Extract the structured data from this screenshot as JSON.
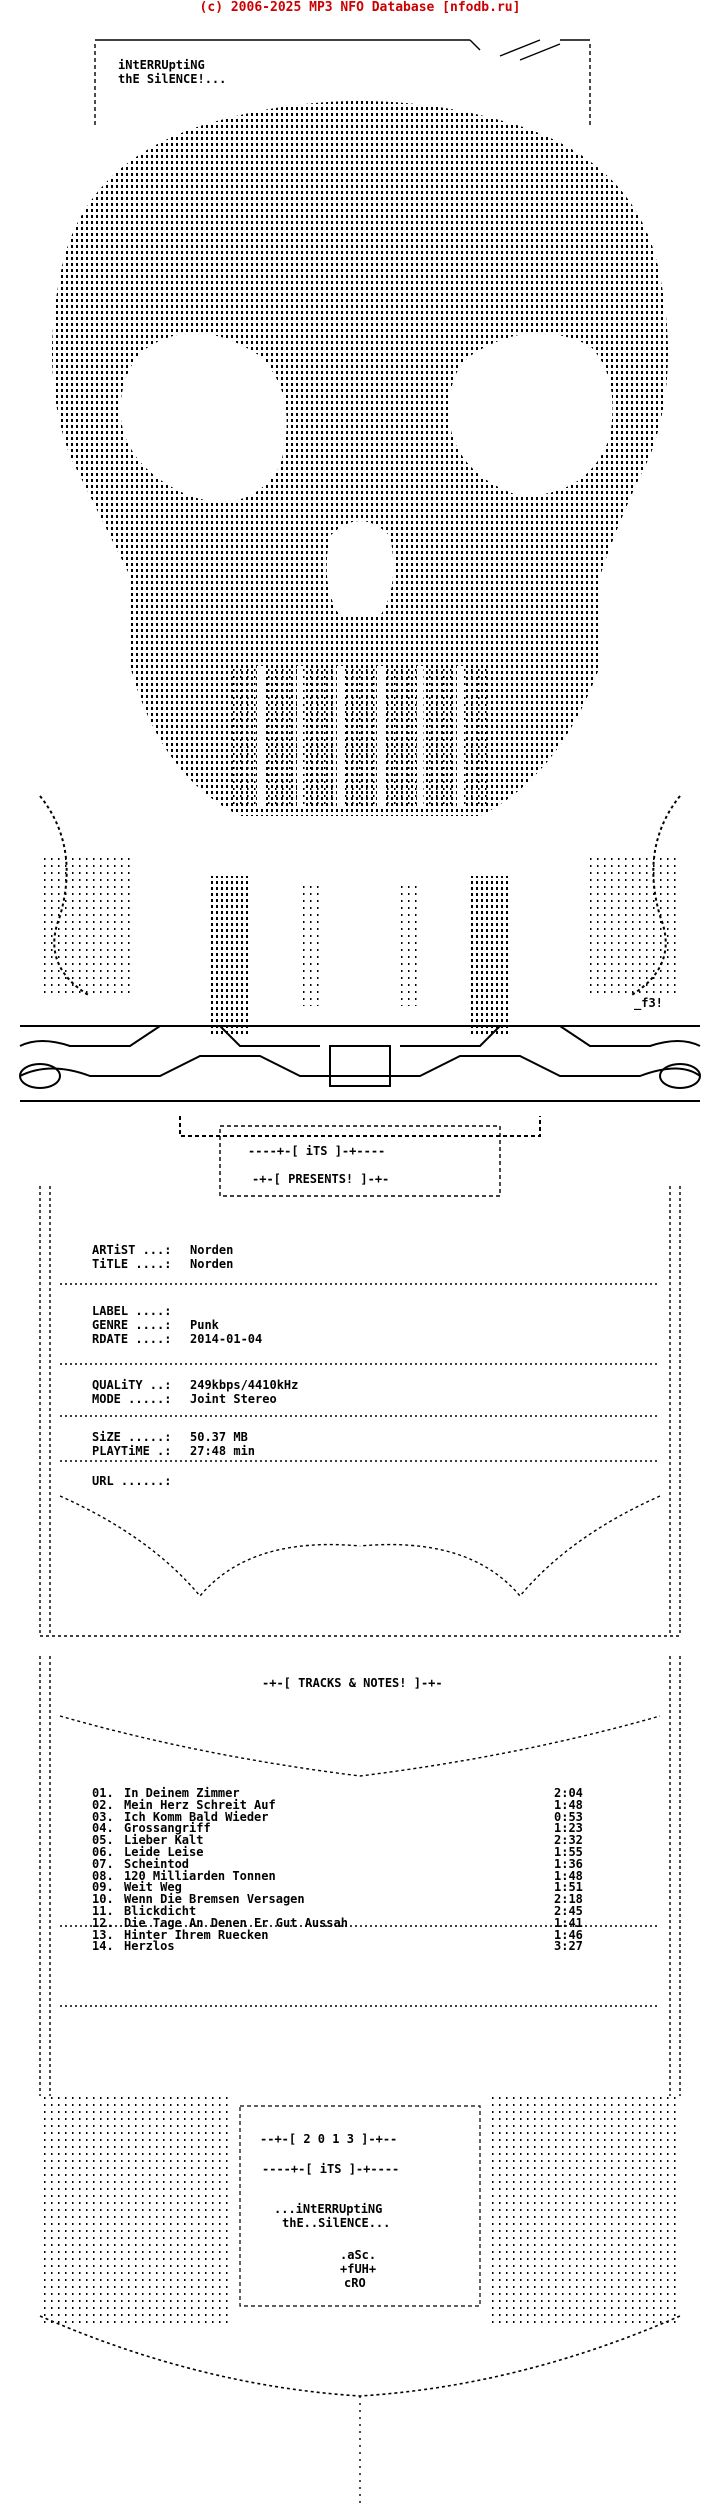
{
  "header": {
    "text": "(c) 2006-2025 MP3 NFO Database [nfodb.ru]",
    "color": "#cc0000"
  },
  "group_name": {
    "line1": "iNtERRUptiNG",
    "line2": "thE SilENCE!..."
  },
  "presents": {
    "its": "----+-[ iTS ]-+----",
    "presents": "-+-[ PRESENTS! ]-+-"
  },
  "release": {
    "artist_label": "ARTiST ...:",
    "artist": "Norden",
    "title_label": "TiTLE ....:",
    "title": "Norden",
    "label_label": "LABEL ....:",
    "label": "",
    "genre_label": "GENRE ....:",
    "genre": "Punk",
    "rdate_label": "RDATE ....:",
    "rdate": "2014-01-04",
    "quality_label": "QUALiTY ..:",
    "quality": "249kbps/4410kHz",
    "mode_label": "MODE .....:",
    "mode": "Joint Stereo",
    "size_label": "SiZE .....:",
    "size": "50.37 MB",
    "playtime_label": "PLAYTiME .:",
    "playtime": "27:48 min",
    "url_label": "URL ......:",
    "url": ""
  },
  "tracks_header": "-+-[ TRACKS & NOTES! ]-+-",
  "tracks": [
    {
      "num": "01.",
      "title": "In Deinem Zimmer",
      "time": "2:04"
    },
    {
      "num": "02.",
      "title": "Mein Herz Schreit Auf",
      "time": "1:48"
    },
    {
      "num": "03.",
      "title": "Ich Komm Bald Wieder",
      "time": "0:53"
    },
    {
      "num": "04.",
      "title": "Grossangriff",
      "time": "1:23"
    },
    {
      "num": "05.",
      "title": "Lieber Kalt",
      "time": "2:32"
    },
    {
      "num": "06.",
      "title": "Leide Leise",
      "time": "1:55"
    },
    {
      "num": "07.",
      "title": "Scheintod",
      "time": "1:36"
    },
    {
      "num": "08.",
      "title": "120 Milliarden Tonnen",
      "time": "1:48"
    },
    {
      "num": "09.",
      "title": "Weit Weg",
      "time": "1:51"
    },
    {
      "num": "10.",
      "title": "Wenn Die Bremsen Versagen",
      "time": "2:18"
    },
    {
      "num": "11.",
      "title": "Blickdicht",
      "time": "2:45"
    },
    {
      "num": "12.",
      "title": "Die Tage An Denen Er Gut Aussah",
      "time": "1:41"
    },
    {
      "num": "13.",
      "title": "Hinter Ihrem Ruecken",
      "time": "1:46"
    },
    {
      "num": "14.",
      "title": "Herzlos",
      "time": "3:27"
    }
  ],
  "footer": {
    "year": "--+-[ 2 0 1 3 ]-+--",
    "its": "----+-[ iTS ]-+----",
    "group_line1": "...iNtERRUptiNG",
    "group_line2": "thE..SilENCE...",
    "credit1": ".aSc.",
    "credit2": "+fUH+",
    "credit3": "cRO"
  },
  "logo_tag": "_f3!"
}
